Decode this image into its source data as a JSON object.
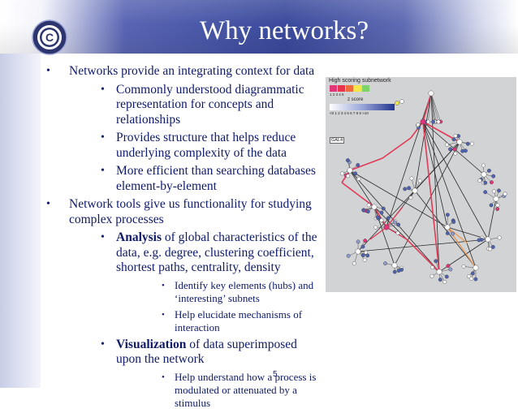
{
  "slide": {
    "title": "Why networks?",
    "logo_letter": "C",
    "page_number": "5"
  },
  "bullets": [
    {
      "text": "Networks provide an integrating context for data",
      "sub": [
        {
          "text": "Commonly understood diagrammatic representation for concepts and relationships"
        },
        {
          "text": "Provides structure that helps reduce underlying complexity of the data"
        },
        {
          "text": "More efficient than searching databases element-by-element"
        }
      ]
    },
    {
      "text": "Network tools give us functionality for studying complex processes",
      "sub": [
        {
          "bold": "Analysis",
          "text": " of global characteristics of the data, e.g. degree, clustering coefficient, shortest paths, centrality, density",
          "sub": [
            {
              "text": "Identify key elements (hubs) and ‘interesting’ subnets"
            },
            {
              "text": "Help elucidate mechanisms of interaction"
            }
          ]
        },
        {
          "bold": "Visualization",
          "text": " of data superimposed upon the network",
          "sub": [
            {
              "text": "Help understand how a process is modulated or attenuated by a stimulus"
            }
          ]
        }
      ]
    }
  ],
  "figure": {
    "title": "High scoring subnetwork",
    "z_label": "z score",
    "red_ticks": "1   2   3   4   5",
    "blue_ticks": "<0  1  2  3  4  5  6  7  8  9 >10",
    "node_label": "GAL4",
    "colors": {
      "red_edge": "#e23a57",
      "orange_edge": "#e89a5a",
      "black_edge": "#2a2a2a",
      "node_blue": "#4f63b0",
      "node_white": "#ffffff",
      "node_pink": "#e2357a",
      "node_yellow": "#f2e64a",
      "background": "#d2d3d5"
    }
  }
}
